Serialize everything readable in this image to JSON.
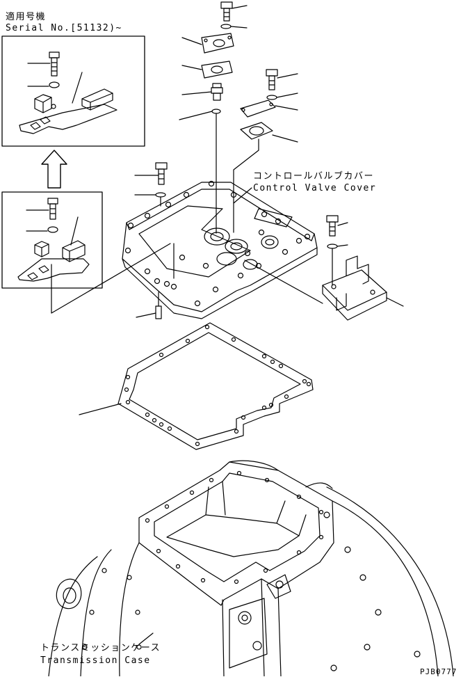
{
  "inset": {
    "serial_jp": "適用号機",
    "serial_en": "Serial No.[51132)~"
  },
  "callouts": {
    "control_valve_cover_jp": "コントロールバルブカバー",
    "control_valve_cover_en": "Control Valve Cover",
    "transmission_case_jp": "トランスミッションケース",
    "transmission_case_en": "Transmission Case"
  },
  "figure_code": "PJB0777"
}
